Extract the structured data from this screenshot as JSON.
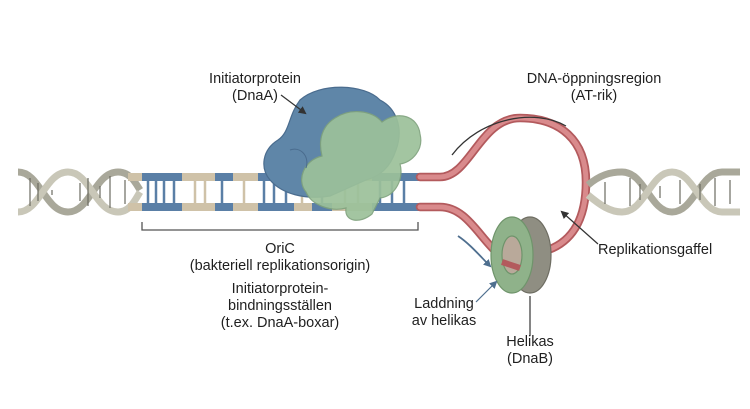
{
  "colors": {
    "helix_strand": "#a9a89a",
    "helix_dark": "#6b6a60",
    "oric_blue": "#5a7fa6",
    "oric_tan": "#cfc2a8",
    "initiator_blue": "#5f86a8",
    "initiator_green": "#9cc19a",
    "open_strand": "#d26f72",
    "helicase_green": "#8fb28a",
    "helicase_dark": "#7a7a70",
    "arrow": "#4f6f8f",
    "text": "#1f1f1f"
  },
  "labels": {
    "initiator": [
      "Initiatorprotein",
      "(DnaA)"
    ],
    "open_region": [
      "DNA-öppningsregion",
      "(AT-rik)"
    ],
    "oric": [
      "OriC",
      "(bakteriell replikationsorigin)"
    ],
    "binding_sites": [
      "Initiatorprotein-",
      "bindningsställen",
      "(t.ex. DnaA-boxar)"
    ],
    "fork": "Replikationsgaffel",
    "loading": [
      "Laddning",
      "av helikas"
    ],
    "helicase": [
      "Helikas",
      "(DnaB)"
    ]
  },
  "icons": [
    "initiator-protein-blob",
    "helicase-ring",
    "dna-double-helix"
  ]
}
